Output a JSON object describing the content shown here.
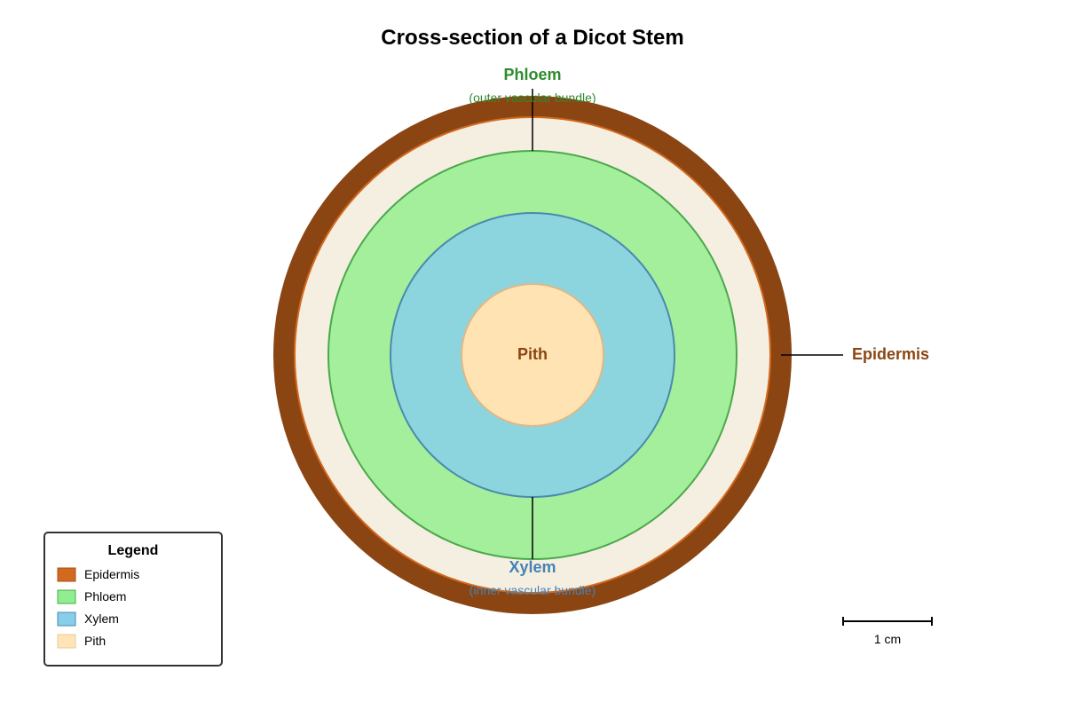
{
  "title": "Cross-section of a Dicot Stem",
  "layers": {
    "epidermis": {
      "color": "#8B4513",
      "inner_stroke": "#D2691E"
    },
    "cortex": {
      "color": "#F5EFE2"
    },
    "phloem": {
      "color": "#A4EF9B",
      "stroke": "#4CA84C"
    },
    "xylem": {
      "color": "#8DD5DE",
      "stroke": "#4A8AAD"
    },
    "pith": {
      "color": "#FFE3B3",
      "stroke": "#DDB889"
    }
  },
  "labels": {
    "phloem": {
      "text": "Phloem",
      "sub": "(outer vascular bundle)",
      "color": "#2E8B2E"
    },
    "xylem": {
      "text": "Xylem",
      "sub": "(inner vascular bundle)",
      "color": "#4682B4"
    },
    "epidermis": {
      "text": "Epidermis",
      "color": "#8B4513"
    },
    "pith": {
      "text": "Pith",
      "color": "#8B4513"
    }
  },
  "legend": {
    "title": "Legend",
    "items": [
      {
        "label": "Epidermis",
        "color": "#D2691E",
        "stroke": "#A0521D"
      },
      {
        "label": "Phloem",
        "color": "#90EE90",
        "stroke": "#4CA84C"
      },
      {
        "label": "Xylem",
        "color": "#87CEEB",
        "stroke": "#4A8AAD"
      },
      {
        "label": "Pith",
        "color": "#FFE4B5",
        "stroke": "#E8C99A"
      }
    ]
  },
  "scale_bar": {
    "label": "1 cm"
  }
}
